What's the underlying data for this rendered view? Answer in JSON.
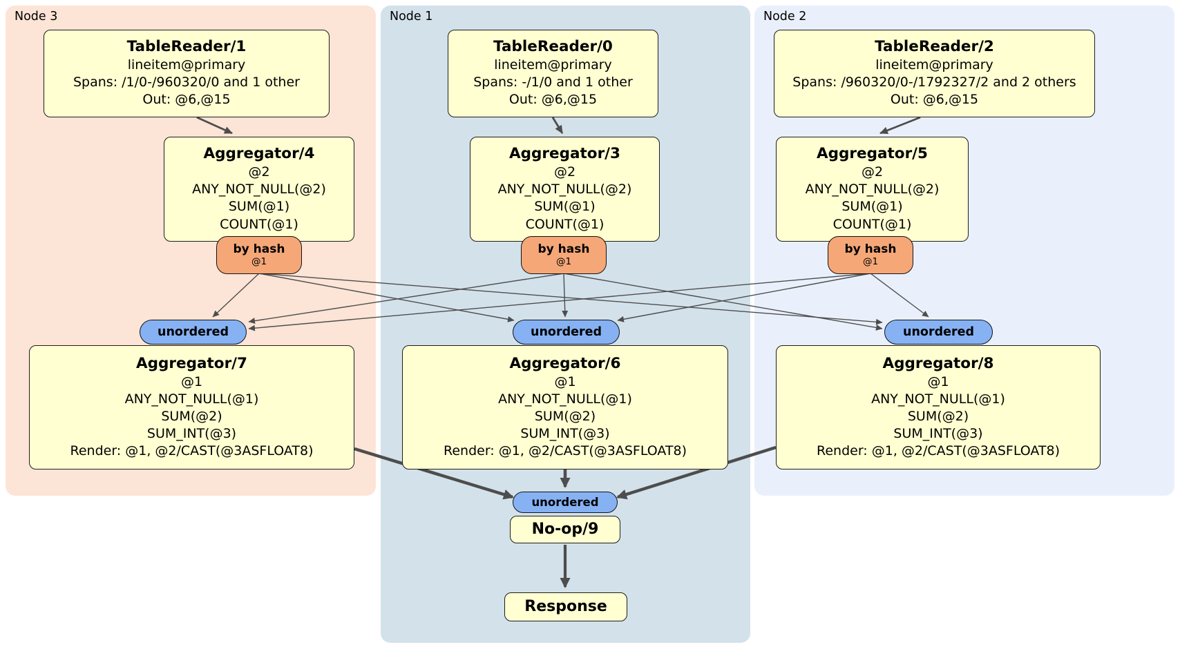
{
  "panels": [
    {
      "label": "Node 3"
    },
    {
      "label": "Node 1"
    },
    {
      "label": "Node 2"
    }
  ],
  "processors": {
    "tablereader1": {
      "title": "TableReader/1",
      "lines": [
        "lineitem@primary",
        "Spans: /1/0-/960320/0 and 1 other",
        "Out: @6,@15"
      ]
    },
    "tablereader0": {
      "title": "TableReader/0",
      "lines": [
        "lineitem@primary",
        "Spans: -/1/0 and 1 other",
        "Out: @6,@15"
      ]
    },
    "tablereader2": {
      "title": "TableReader/2",
      "lines": [
        "lineitem@primary",
        "Spans: /960320/0-/1792327/2 and 2 others",
        "Out: @6,@15"
      ]
    },
    "aggregator4": {
      "title": "Aggregator/4",
      "lines": [
        "@2",
        "ANY_NOT_NULL(@2)",
        "SUM(@1)",
        "COUNT(@1)"
      ]
    },
    "aggregator3": {
      "title": "Aggregator/3",
      "lines": [
        "@2",
        "ANY_NOT_NULL(@2)",
        "SUM(@1)",
        "COUNT(@1)"
      ]
    },
    "aggregator5": {
      "title": "Aggregator/5",
      "lines": [
        "@2",
        "ANY_NOT_NULL(@2)",
        "SUM(@1)",
        "COUNT(@1)"
      ]
    },
    "aggregator7": {
      "title": "Aggregator/7",
      "lines": [
        "@1",
        "ANY_NOT_NULL(@1)",
        "SUM(@2)",
        "SUM_INT(@3)",
        "Render: @1, @2/CAST(@3ASFLOAT8)"
      ]
    },
    "aggregator6": {
      "title": "Aggregator/6",
      "lines": [
        "@1",
        "ANY_NOT_NULL(@1)",
        "SUM(@2)",
        "SUM_INT(@3)",
        "Render: @1, @2/CAST(@3ASFLOAT8)"
      ]
    },
    "aggregator8": {
      "title": "Aggregator/8",
      "lines": [
        "@1",
        "ANY_NOT_NULL(@1)",
        "SUM(@2)",
        "SUM_INT(@3)",
        "Render: @1, @2/CAST(@3ASFLOAT8)"
      ]
    },
    "noop": {
      "title": "No-op/9"
    },
    "response": {
      "title": "Response"
    }
  },
  "router": {
    "label": "by hash",
    "detail": "@1"
  },
  "sync": {
    "label": "unordered"
  },
  "colors": {
    "panel_node3": "#fce4d6",
    "panel_node1": "#d3e1ea",
    "panel_node2": "#eaf0fb",
    "processor_fill": "#ffffd2",
    "router_fill": "#f5a778",
    "sync_fill": "#86b2f3",
    "edge": "#4d4d4d"
  }
}
